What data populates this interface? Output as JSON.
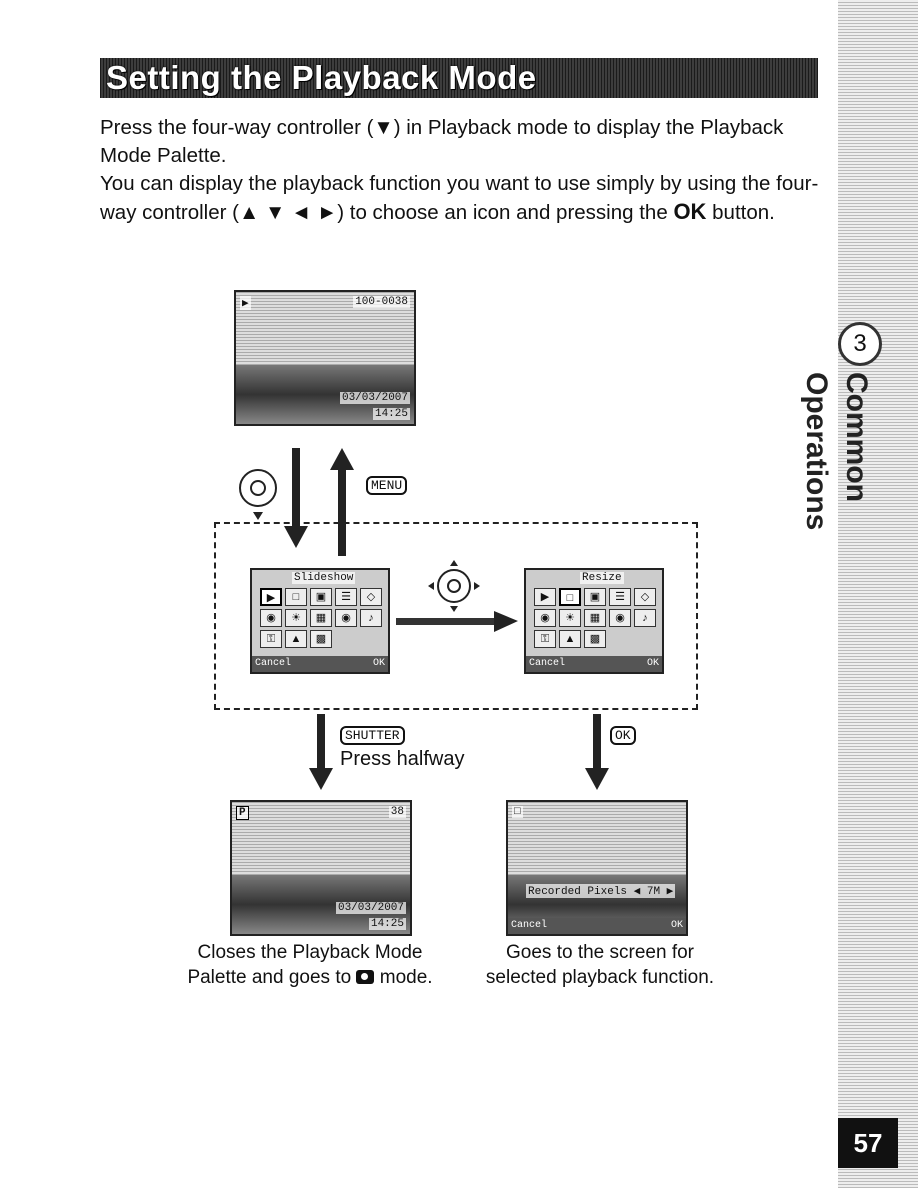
{
  "header": {
    "title": "Setting the Playback Mode"
  },
  "side": {
    "chapter_number": "3",
    "chapter_title": "Common Operations",
    "page_number": "57"
  },
  "intro": {
    "p1": "Press the four-way controller (▼) in Playback mode to display the Playback Mode Palette.",
    "p2a": "You can display the playback function you want to use simply by using the four-way controller (▲ ▼ ◄ ►) to choose an icon and pressing the",
    "p2_ok": "OK",
    "p2b": "button."
  },
  "top_screen": {
    "file_no": "100-0038",
    "date": "03/03/2007",
    "time": "14:25"
  },
  "keys": {
    "menu": "MENU",
    "shutter": "SHUTTER",
    "ok": "OK"
  },
  "palette_left": {
    "title": "Slideshow",
    "cancel": "Cancel",
    "ok": "OK"
  },
  "palette_right": {
    "title": "Resize",
    "cancel": "Cancel",
    "ok": "OK"
  },
  "flow": {
    "press_halfway": "Press halfway"
  },
  "bottom_left_screen": {
    "mode": "P",
    "count": "38",
    "date": "03/03/2007",
    "time": "14:25"
  },
  "bottom_right_screen": {
    "recorded": "Recorded Pixels",
    "size": "7M",
    "cancel": "Cancel",
    "ok": "OK"
  },
  "captions": {
    "left_line1": "Closes the Playback Mode",
    "left_line2a": "Palette and goes to",
    "left_line2b": "mode.",
    "right_line1": "Goes to the screen for",
    "right_line2": "selected playback function."
  }
}
